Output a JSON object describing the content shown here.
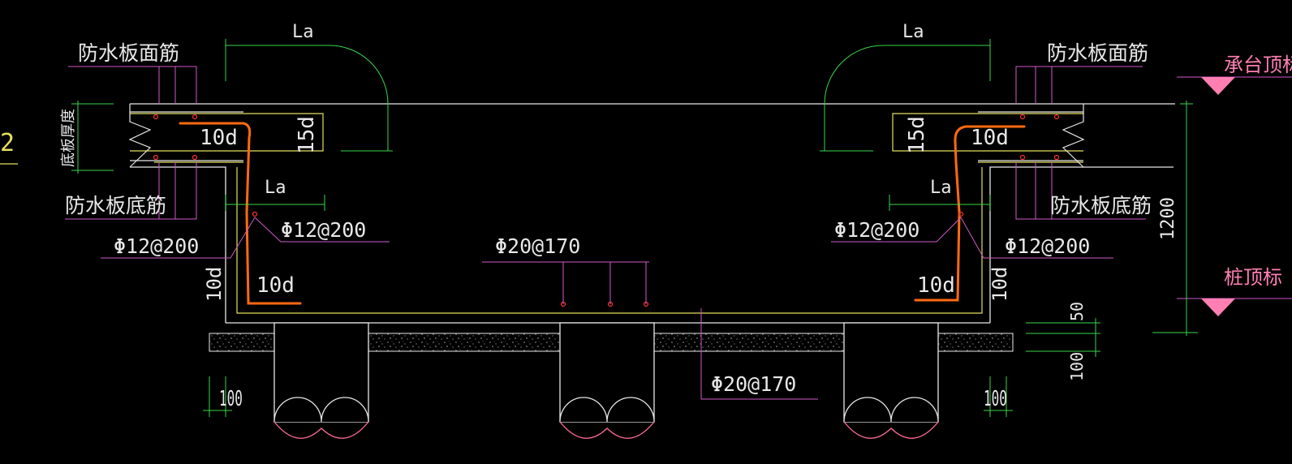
{
  "colors": {
    "background": "#000000",
    "outline": "#e8e8e8",
    "slab_inner": "#e6e060",
    "dimension": "#39d64a",
    "leader": "#d05ac8",
    "rebar_highlight": "#ff6a10",
    "rebar_dot": "#ff3030",
    "elevation_marker": "#ff7fb2"
  },
  "labels": {
    "la": "La",
    "face_rebar": "防水板面筋",
    "bottom_rebar": "防水板底筋",
    "slab_thickness": "底板厚度",
    "cap_top_elev": "承台顶标",
    "pile_top_elev": "桩顶标",
    "dim_10d": "10d",
    "dim_15d": "15d",
    "side_rebar": "Φ12@200",
    "main_rebar": "Φ20@170",
    "dim_1200": "1200",
    "dim_50": "50",
    "dim_100": "100",
    "edge_fragment": "2"
  },
  "icons": [
    "elevation-triangle-icon",
    "pile-break-symbol-icon"
  ]
}
